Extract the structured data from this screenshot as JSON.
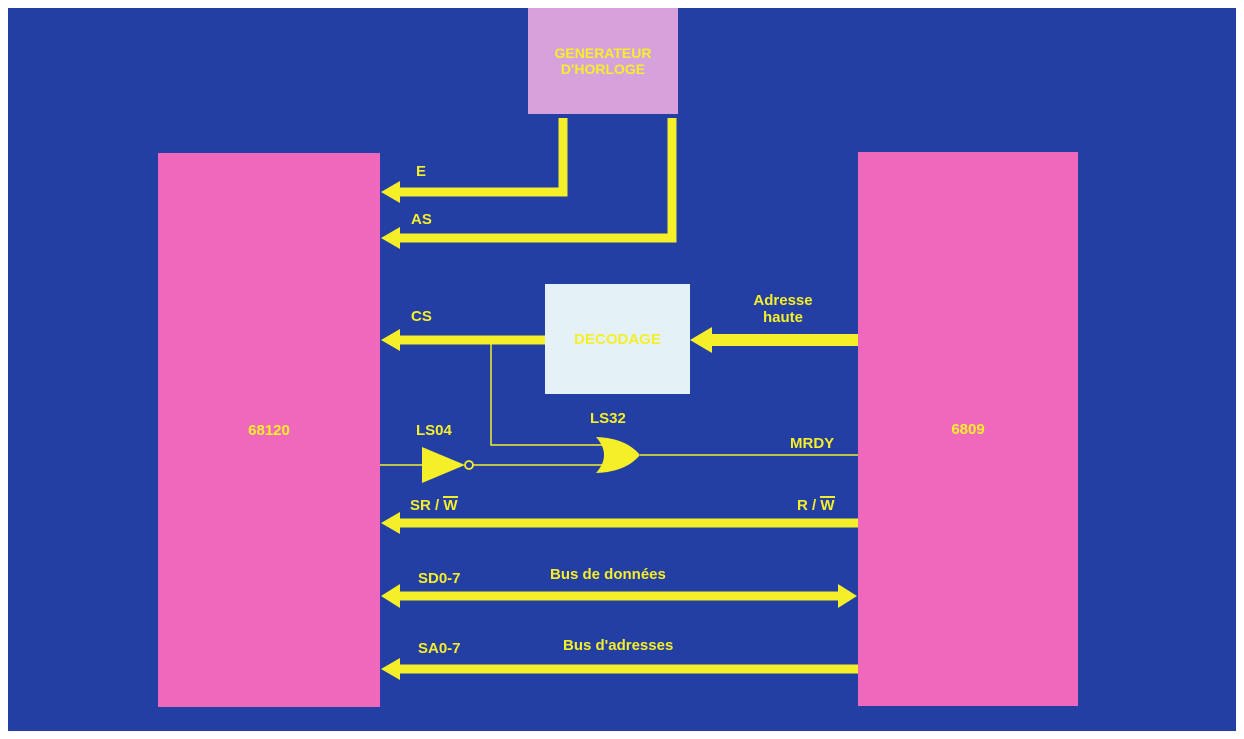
{
  "blocks": {
    "chip_68120": "68120",
    "chip_6809": "6809",
    "clock_line1": "GENERATEUR",
    "clock_line2": "D'HORLOGE",
    "decoder": "DECODAGE"
  },
  "gates": {
    "inverter": "LS04",
    "or_gate": "LS32"
  },
  "signals": {
    "e": "E",
    "as": "AS",
    "cs": "CS",
    "addr_high_line1": "Adresse",
    "addr_high_line2": "haute",
    "mrdy": "MRDY",
    "sr_w_prefix": "SR /",
    "sr_w_bar": "W",
    "r_w_prefix": "R /",
    "r_w_bar": "W",
    "sd": "SD0-7",
    "data_bus": "Bus de données",
    "sa": "SA0-7",
    "addr_bus": "Bus d'adresses"
  },
  "colors": {
    "background": "#243fa3",
    "chip": "#ef68bb",
    "clock": "#d7a2dc",
    "decoder": "#e4f2f8",
    "signal": "#f5ef2a"
  }
}
